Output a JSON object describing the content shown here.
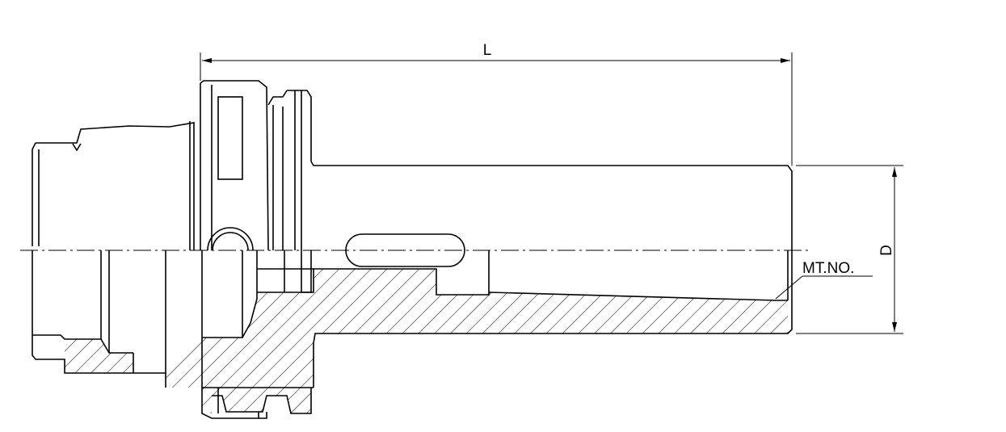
{
  "drawing": {
    "dimensions": {
      "length_label": "L",
      "diameter_label": "D",
      "taper_label": "MT.NO."
    },
    "colors": {
      "ink": "#000000",
      "background": "#ffffff"
    }
  }
}
